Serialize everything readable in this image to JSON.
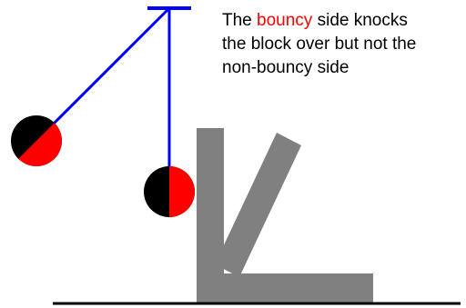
{
  "caption": {
    "before": "The ",
    "highlight": "bouncy",
    "after_line1": " side knocks",
    "line2": "the block over but not the",
    "line3": "non-bouncy side"
  },
  "colors": {
    "background": "#ffffff",
    "pendulum_string": "#0000ff",
    "pivot_bar": "#0000ff",
    "ball_dark_half": "#000000",
    "ball_bouncy_half": "#ff0000",
    "block": "#808080",
    "ground": "#000000",
    "caption_text": "#000000",
    "caption_highlight": "#ff0000"
  }
}
